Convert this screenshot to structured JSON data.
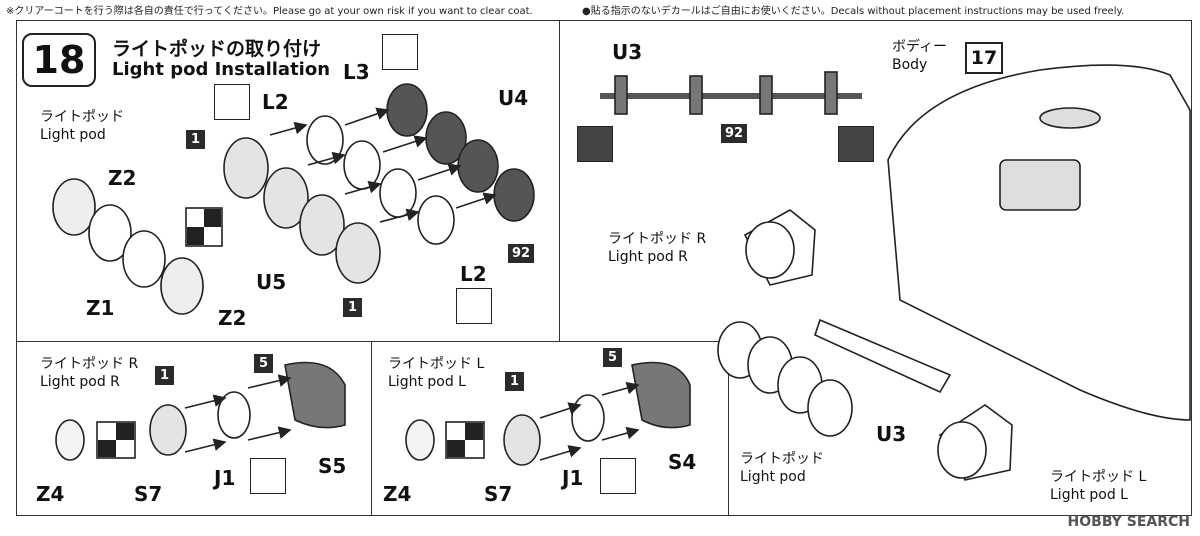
{
  "notes": {
    "left": "※クリアーコートを行う際は各自の責任で行ってください。Please go at your own risk if you want to clear coat.",
    "right": "●貼る指示のないデカールはご自由にお使いください。Decals without placement instructions may be used freely."
  },
  "step": {
    "number": "18",
    "title_jp": "ライトポッドの取り付け",
    "title_en": "Light pod Installation"
  },
  "labels": {
    "light_pod_jp": "ライトポッド",
    "light_pod_en": "Light pod",
    "light_pod_r_jp": "ライトポッド R",
    "light_pod_r_en": "Light pod R",
    "light_pod_l_jp": "ライトポッド L",
    "light_pod_l_en": "Light pod L",
    "body_jp": "ボディー",
    "body_en": "Body",
    "body_ref": "17"
  },
  "parts": {
    "L2": "L2",
    "L3": "L3",
    "U4": "U4",
    "U5": "U5",
    "Z1": "Z1",
    "Z2": "Z2",
    "U3": "U3",
    "Z4": "Z4",
    "S7": "S7",
    "J1": "J1",
    "S5": "S5",
    "S4": "S4"
  },
  "colors": {
    "1": "1",
    "5": "5",
    "92": "92"
  },
  "watermark": "HOBBY SEARCH"
}
